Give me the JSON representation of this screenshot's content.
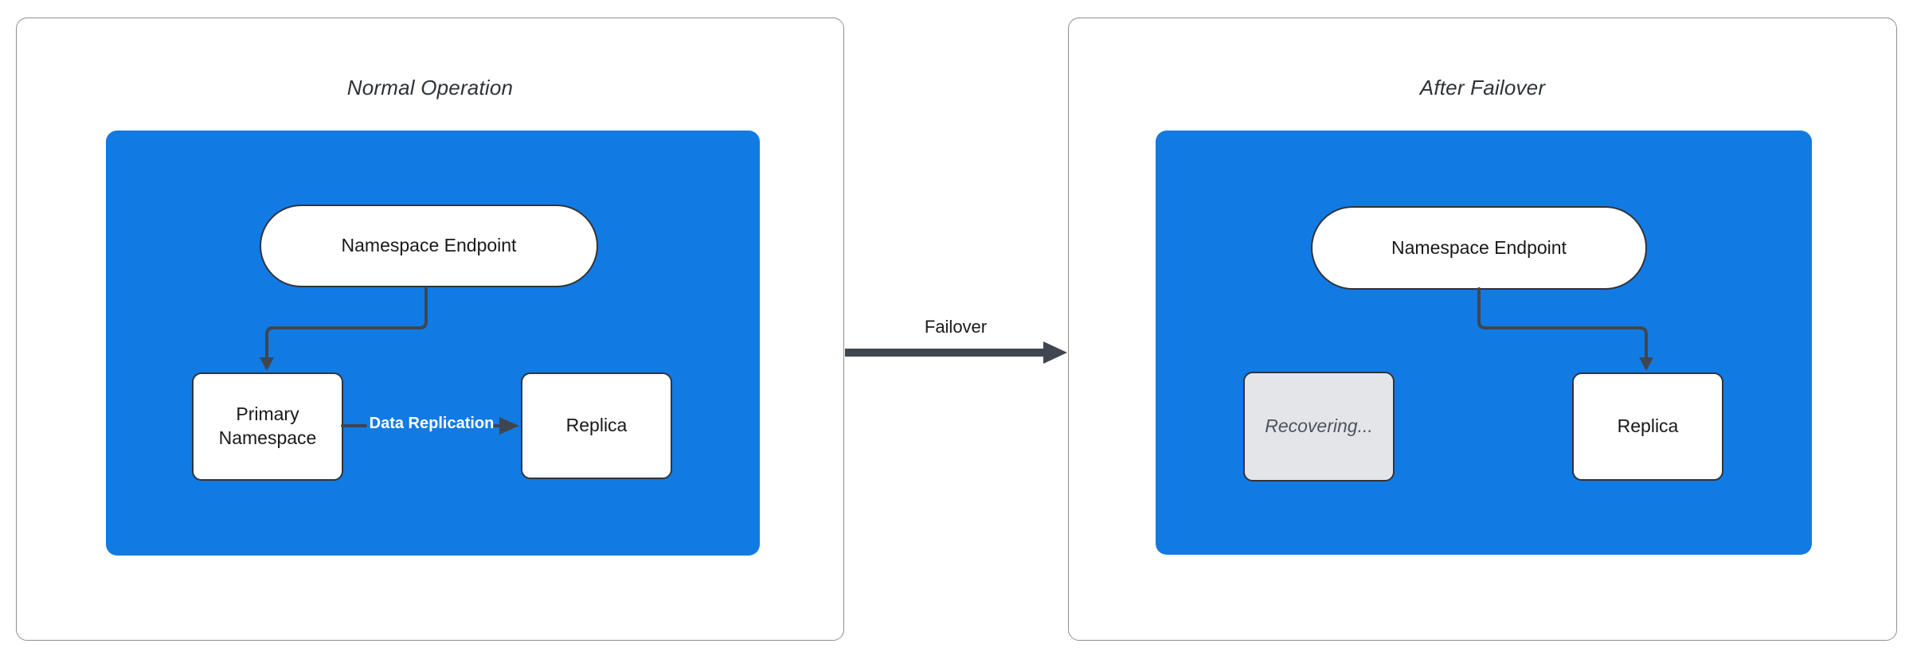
{
  "diagram": {
    "failover_label": "Failover"
  },
  "panels": [
    {
      "title": "Normal Operation",
      "nodes": {
        "endpoint": "Namespace Endpoint",
        "primary": "Primary Namespace",
        "replica": "Replica"
      },
      "edges": {
        "replication": "Data Replication"
      }
    },
    {
      "title": "After Failover",
      "nodes": {
        "endpoint": "Namespace Endpoint",
        "recovering": "Recovering...",
        "replica": "Replica"
      }
    }
  ],
  "colors": {
    "cluster_blue": "#127AE3",
    "arrow": "#3F4650",
    "node_border": "#2F343C",
    "node_fill": "#FFFFFF",
    "recovering_fill": "#E3E5E9",
    "recovering_text": "#4E545C",
    "panel_border": "#8E8E8E",
    "edge_label_text": "#FFFFFF",
    "title_text": "#2E3237",
    "node_text": "#17191B"
  }
}
